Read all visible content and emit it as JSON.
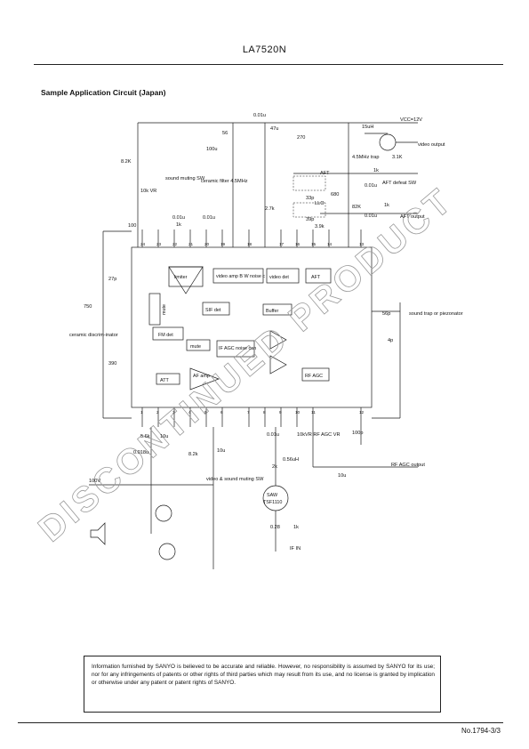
{
  "header": {
    "part_number": "LA7520N",
    "section_title": "Sample Application Circuit (Japan)"
  },
  "watermark": {
    "text": "DISCONTINUED PRODUCT"
  },
  "schematic": {
    "blocks": {
      "limiter": "limiter",
      "mute_vertical": "mute",
      "fm_det": "FM det",
      "sif_det": "SIF det",
      "mute": "mute",
      "att": "ATT",
      "af_amp": "AF amp",
      "if_agc_noise_canc": "IF AGC noise can",
      "video_amp_bw_noise": "video amp B W noise c",
      "video_det": "video det",
      "aft": "AFT",
      "buffer": "Buffer",
      "rf_agc": "RF AGC",
      "saw": "SAW",
      "saw_part": "TSF1110"
    },
    "components": {
      "vcc": "VCC=12V",
      "c_001_top": "0.01u",
      "c_47u": "47u",
      "c_100u": "100u",
      "r_56": "56",
      "r_270": "270",
      "l_15uh": "15uH",
      "video_output": "video output",
      "r_3_1k": "3.1K",
      "trap_45": "4.5MHz trap",
      "r_8_2k": "8.2K",
      "sound_muting_sw": "sound muting SW",
      "ceramic_filter": "ceramic filter 4.5MHz",
      "r_10k_vr": "10k VR",
      "c_001_a": "0.01u",
      "c_001_b": "0.01u",
      "r_1k_a": "1k",
      "r_100": "100",
      "r_2_7k": "2.7k",
      "c_33p": "33p",
      "c_39p": "39p",
      "r_3_9k": "3.9k",
      "aft": "AFT",
      "l_llo": "LLO",
      "c_001_c": "0.01u",
      "r_680": "680",
      "r_1k_b": "1k",
      "aft_defeat_sw": "AFT defeat SW",
      "r_82k": "82K",
      "r_1k_c": "1k",
      "c_001_d": "0.01u",
      "aft_output": "AFT output",
      "c_27p": "27p",
      "r_750": "750",
      "ceramic_discriminator": "ceramic discrim-inator",
      "r_390": "390",
      "c_56p": "56p",
      "sound_trap": "sound trap or piezonator",
      "c_4p": "4p",
      "r_5_6k": "5.6k",
      "c_10u_a": "10u",
      "c_0018u": "0.018u",
      "r_8_2k_b": "8.2k",
      "c_10u_b": "10u",
      "video_sound_muting_sw": "video & sound muting SW",
      "c_001_e": "0.01u",
      "rf_agc_vr": "10kVR RF AGC VR",
      "c_100p": "100p",
      "rf_agc_output": "RF AGC output",
      "r_2k": "2k",
      "l_056": "0.56uH",
      "c_10u_c": "10u",
      "v_100": "100V",
      "r_028": "0.28",
      "r_1k_d": "1k",
      "if_in": "IF IN"
    },
    "pins_top": [
      "24",
      "23",
      "22",
      "21",
      "20",
      "19",
      "18",
      "17",
      "16",
      "15",
      "14",
      "13"
    ],
    "pins_bottom": [
      "1",
      "2",
      "3",
      "4",
      "5",
      "6",
      "7",
      "8",
      "9",
      "10",
      "11",
      "12"
    ]
  },
  "disclaimer": {
    "text": "Information furnished by SANYO is believed to be accurate and reliable. However, no responsibility is assumed by SANYO for its use; nor for any infringements of patents or other rights of third parties which may result from its use, and no license is granted by implication or otherwise under any patent or patent rights of SANYO."
  },
  "footer": {
    "doc_number": "No.1794-3/3"
  }
}
